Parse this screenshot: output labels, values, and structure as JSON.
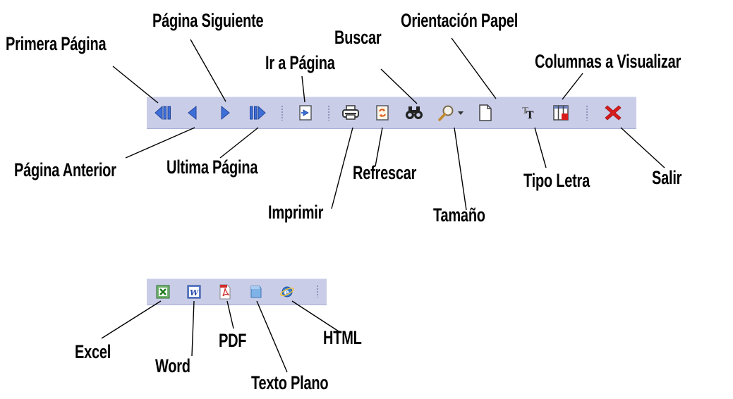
{
  "main_toolbar": {
    "buttons": [
      {
        "id": "first_page",
        "label": "Primera Página",
        "icon": "first-page-icon"
      },
      {
        "id": "prev_page",
        "label": "Página Anterior",
        "icon": "previous-page-icon"
      },
      {
        "id": "next_page",
        "label": "Página Siguiente",
        "icon": "next-page-icon"
      },
      {
        "id": "last_page",
        "label": "Ultima Página",
        "icon": "last-page-icon"
      },
      {
        "id": "goto_page",
        "label": "Ir a Página",
        "icon": "go-to-page-icon"
      },
      {
        "id": "print",
        "label": "Imprimir",
        "icon": "printer-icon"
      },
      {
        "id": "refresh",
        "label": "Refrescar",
        "icon": "refresh-icon"
      },
      {
        "id": "search",
        "label": "Buscar",
        "icon": "binoculars-icon"
      },
      {
        "id": "zoom",
        "label": "Tamaño",
        "icon": "magnifier-icon"
      },
      {
        "id": "orientation",
        "label": "Orientación Papel",
        "icon": "page-orientation-icon"
      },
      {
        "id": "font",
        "label": "Tipo Letra",
        "icon": "font-type-icon"
      },
      {
        "id": "columns",
        "label": "Columnas a Visualizar",
        "icon": "columns-icon"
      },
      {
        "id": "exit",
        "label": "Salir",
        "icon": "close-icon"
      }
    ]
  },
  "export_toolbar": {
    "buttons": [
      {
        "id": "excel",
        "label": "Excel",
        "icon": "excel-icon"
      },
      {
        "id": "word",
        "label": "Word",
        "icon": "word-icon"
      },
      {
        "id": "pdf",
        "label": "PDF",
        "icon": "pdf-icon"
      },
      {
        "id": "text",
        "label": "Texto Plano",
        "icon": "plain-text-icon"
      },
      {
        "id": "html",
        "label": "HTML",
        "icon": "html-icon"
      }
    ]
  },
  "colors": {
    "toolbar_bg": "#c9cde8",
    "nav_arrow": "#3d6fd8",
    "exit_red": "#d81b1b"
  }
}
